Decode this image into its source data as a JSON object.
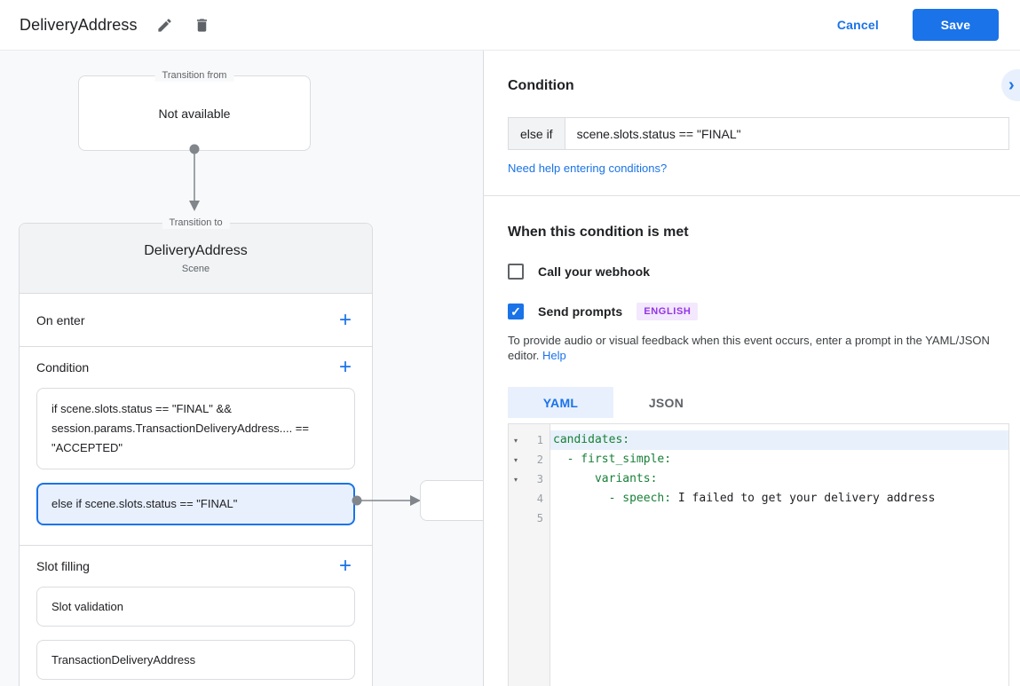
{
  "colors": {
    "accent_blue": "#1a73e8",
    "selected_fill": "#e8f0fe",
    "code_green": "#188038",
    "badge_purple_text": "#9334e6",
    "badge_purple_bg": "#f3e8fd"
  },
  "icons": {
    "plus": "+",
    "chevron_right": "›",
    "check": "✓",
    "fold_arrow": "▾"
  },
  "header": {
    "title": "DeliveryAddress",
    "cancel_label": "Cancel",
    "save_label": "Save"
  },
  "diagram": {
    "transition_from": {
      "label": "Transition from",
      "content": "Not available"
    },
    "transition_to": {
      "label": "Transition to",
      "scene_name": "DeliveryAddress",
      "scene_type": "Scene"
    },
    "on_enter": {
      "title": "On enter"
    },
    "condition": {
      "title": "Condition",
      "items": [
        {
          "text": "if scene.slots.status == \"FINAL\" && session.params.TransactionDeliveryAddress.... == \"ACCEPTED\"",
          "selected": false
        },
        {
          "text": "else if scene.slots.status == \"FINAL\"",
          "selected": true
        }
      ]
    },
    "slot_filling": {
      "title": "Slot filling",
      "items": [
        {
          "text": "Slot validation"
        },
        {
          "text": "TransactionDeliveryAddress"
        }
      ]
    }
  },
  "panel": {
    "title": "Condition",
    "condition_input": {
      "prefix": "else if",
      "value": "scene.slots.status == \"FINAL\""
    },
    "help_link": "Need help entering conditions?",
    "when_met": {
      "title": "When this condition is met",
      "webhook_label": "Call your webhook",
      "prompts_label": "Send prompts",
      "language_badge": "ENGLISH",
      "description": "To provide audio or visual feedback when this event occurs, enter a prompt in the YAML/JSON editor.",
      "description_help_label": "Help"
    },
    "tabs": {
      "yaml": "YAML",
      "json": "JSON"
    },
    "editor": {
      "gutter": [
        {
          "fold": "▾",
          "num": "1"
        },
        {
          "fold": "▾",
          "num": "2"
        },
        {
          "fold": "▾",
          "num": "3"
        },
        {
          "fold": "",
          "num": "4"
        },
        {
          "fold": "",
          "num": "5"
        }
      ],
      "lines": [
        {
          "green": "candidates:",
          "plain": ""
        },
        {
          "green": "  - first_simple:",
          "plain": ""
        },
        {
          "green": "      variants:",
          "plain": ""
        },
        {
          "green": "        - speech:",
          "plain": " I failed to get your delivery address"
        },
        {
          "green": "",
          "plain": ""
        }
      ]
    }
  }
}
